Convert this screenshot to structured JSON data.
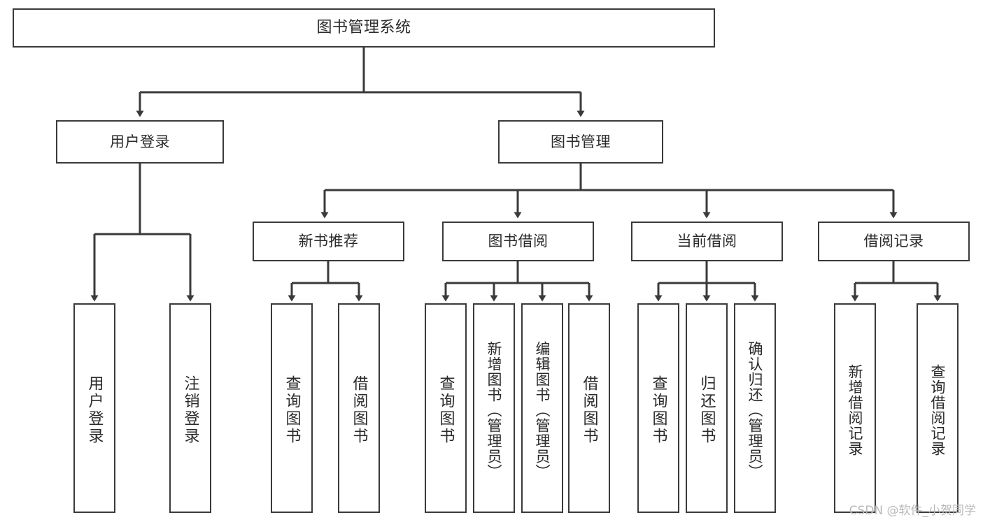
{
  "diagram": {
    "title": "图书管理系统",
    "watermark": "CSDN @软件_小贺同学",
    "edge_color": "#3a3a3a",
    "box_border_color": "#3a3a3a",
    "background_color": "#ffffff",
    "text_color": "#2a2a2a"
  },
  "nodes": {
    "root": {
      "label": "图书管理系统"
    },
    "level2": [
      {
        "label": "用户登录"
      },
      {
        "label": "图书管理"
      }
    ],
    "level3": [
      {
        "label": "新书推荐"
      },
      {
        "label": "图书借阅"
      },
      {
        "label": "当前借阅"
      },
      {
        "label": "借阅记录"
      }
    ],
    "leaves": {
      "user_login": [
        {
          "label": "用户登录"
        },
        {
          "label": "注销登录"
        }
      ],
      "new_book_recommend": [
        {
          "label": "查询图书"
        },
        {
          "label": "借阅图书"
        }
      ],
      "book_borrow": [
        {
          "label": "查询图书"
        },
        {
          "label": "新增图书（管理员）"
        },
        {
          "label": "编辑图书（管理员）"
        },
        {
          "label": "借阅图书"
        }
      ],
      "current_borrow": [
        {
          "label": "查询图书"
        },
        {
          "label": "归还图书"
        },
        {
          "label": "确认归还（管理员）"
        }
      ],
      "borrow_record": [
        {
          "label": "新增借阅记录"
        },
        {
          "label": "查询借阅记录"
        }
      ]
    }
  }
}
